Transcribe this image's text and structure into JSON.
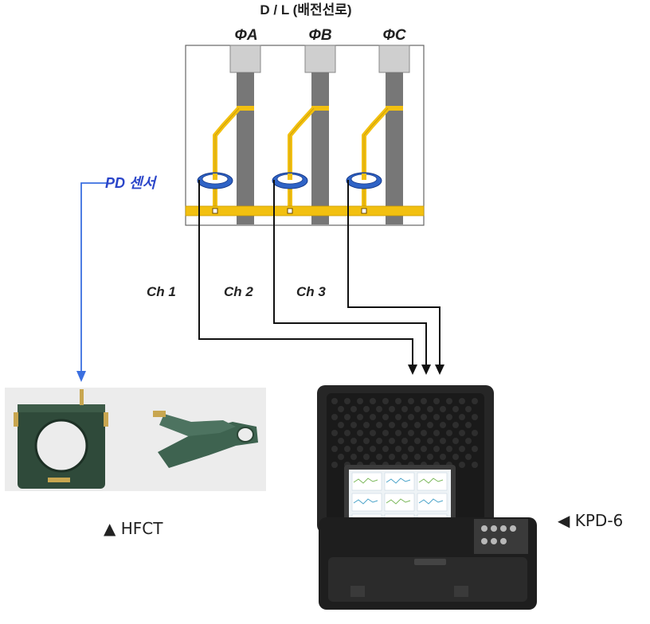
{
  "line": {
    "title": "D / L (배전선로)"
  },
  "phases": [
    "ΦA",
    "ΦB",
    "ΦC"
  ],
  "channels": [
    "Ch 1",
    "Ch 2",
    "Ch 3"
  ],
  "sensor": {
    "label": "PD 센서"
  },
  "hfct": {
    "caption": "▲ HFCT"
  },
  "kpd": {
    "caption": "◀ KPD-6"
  },
  "colors": {
    "conductor": "#777777",
    "conductor_cap": "#cfcfcf",
    "ground_bus": "#f2c010",
    "sensor_ring": "#2f63c6",
    "pointer_line": "#3b6fe0",
    "signal_cable": "#111111",
    "case": "#262626"
  }
}
